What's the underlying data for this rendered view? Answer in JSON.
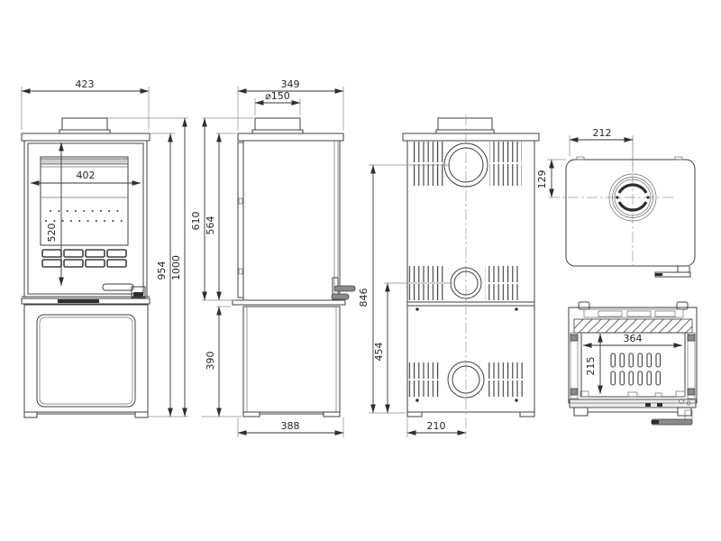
{
  "drawing": {
    "type": "technical-dimension-drawing",
    "subject": "wood-burning stove with log store, five orthographic views",
    "units": "mm",
    "line_color": "#3f3f3f",
    "background": "#ffffff"
  },
  "views": {
    "front": {
      "title": "front-view",
      "dims": {
        "overall_width": "423",
        "door_glass_width": "402",
        "door_glass_height": "520",
        "height_to_top_plate": "954",
        "overall_height": "1000"
      }
    },
    "side": {
      "title": "side-view",
      "dims": {
        "top_plate_depth": "349",
        "flue_diameter": "⌀150",
        "upper_body_height_incl_collar": "610",
        "upper_body_height": "564",
        "log_store_height": "390",
        "overall_depth": "388"
      }
    },
    "rear": {
      "title": "rear-view",
      "dims": {
        "rear_flue_centre_height": "846",
        "lower_outlet_centre_height": "454",
        "flue_centre_offset": "210"
      }
    },
    "top": {
      "title": "top-view",
      "dims": {
        "flue_centre_from_edge": "212",
        "flue_centre_from_rear": "129"
      }
    },
    "firebox": {
      "title": "firebox-section-view",
      "dims": {
        "opening_width": "364",
        "opening_height": "215"
      }
    }
  }
}
